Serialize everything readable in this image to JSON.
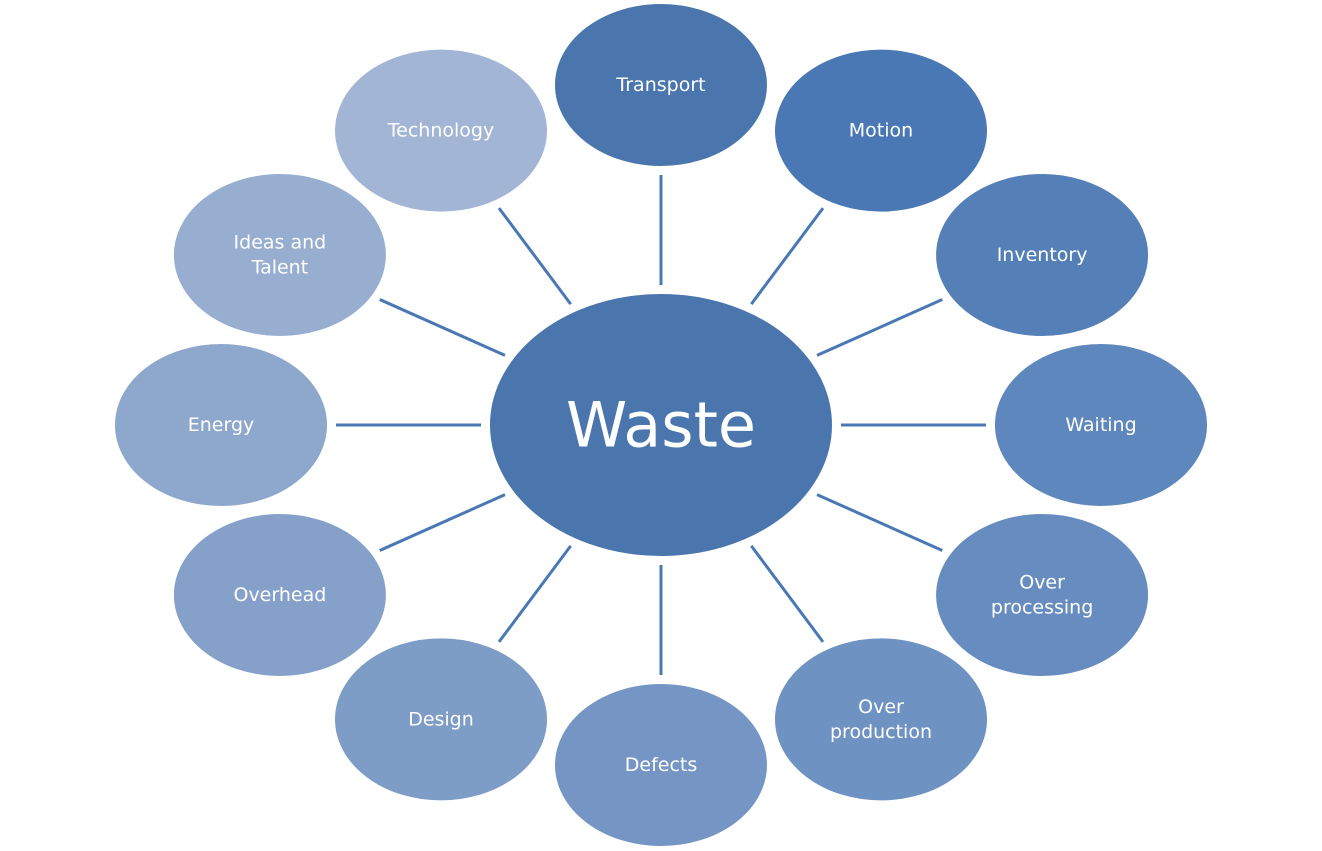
{
  "diagram": {
    "center": {
      "label": "Waste",
      "color": "#4a76ad"
    },
    "connector_color": "#4a78b4",
    "nodes": [
      {
        "id": "transport",
        "label_lines": [
          "Transport"
        ],
        "color": "#4a76ad"
      },
      {
        "id": "motion",
        "label_lines": [
          "Motion"
        ],
        "color": "#4a78b4"
      },
      {
        "id": "inventory",
        "label_lines": [
          "Inventory"
        ],
        "color": "#557fb7"
      },
      {
        "id": "waiting",
        "label_lines": [
          "Waiting"
        ],
        "color": "#5e87bd"
      },
      {
        "id": "over-processing",
        "label_lines": [
          "Over",
          "processing"
        ],
        "color": "#678dc0"
      },
      {
        "id": "over-production",
        "label_lines": [
          "Over",
          "production"
        ],
        "color": "#6e92c2"
      },
      {
        "id": "defects",
        "label_lines": [
          "Defects"
        ],
        "color": "#7596c4"
      },
      {
        "id": "design",
        "label_lines": [
          "Design"
        ],
        "color": "#7d9cc6"
      },
      {
        "id": "overhead",
        "label_lines": [
          "Overhead"
        ],
        "color": "#86a1c9"
      },
      {
        "id": "energy",
        "label_lines": [
          "Energy"
        ],
        "color": "#8ea7cc"
      },
      {
        "id": "ideas-and-talent",
        "label_lines": [
          "Ideas and",
          "Talent"
        ],
        "color": "#97aed1"
      },
      {
        "id": "technology",
        "label_lines": [
          "Technology"
        ],
        "color": "#a2b5d5"
      }
    ]
  }
}
